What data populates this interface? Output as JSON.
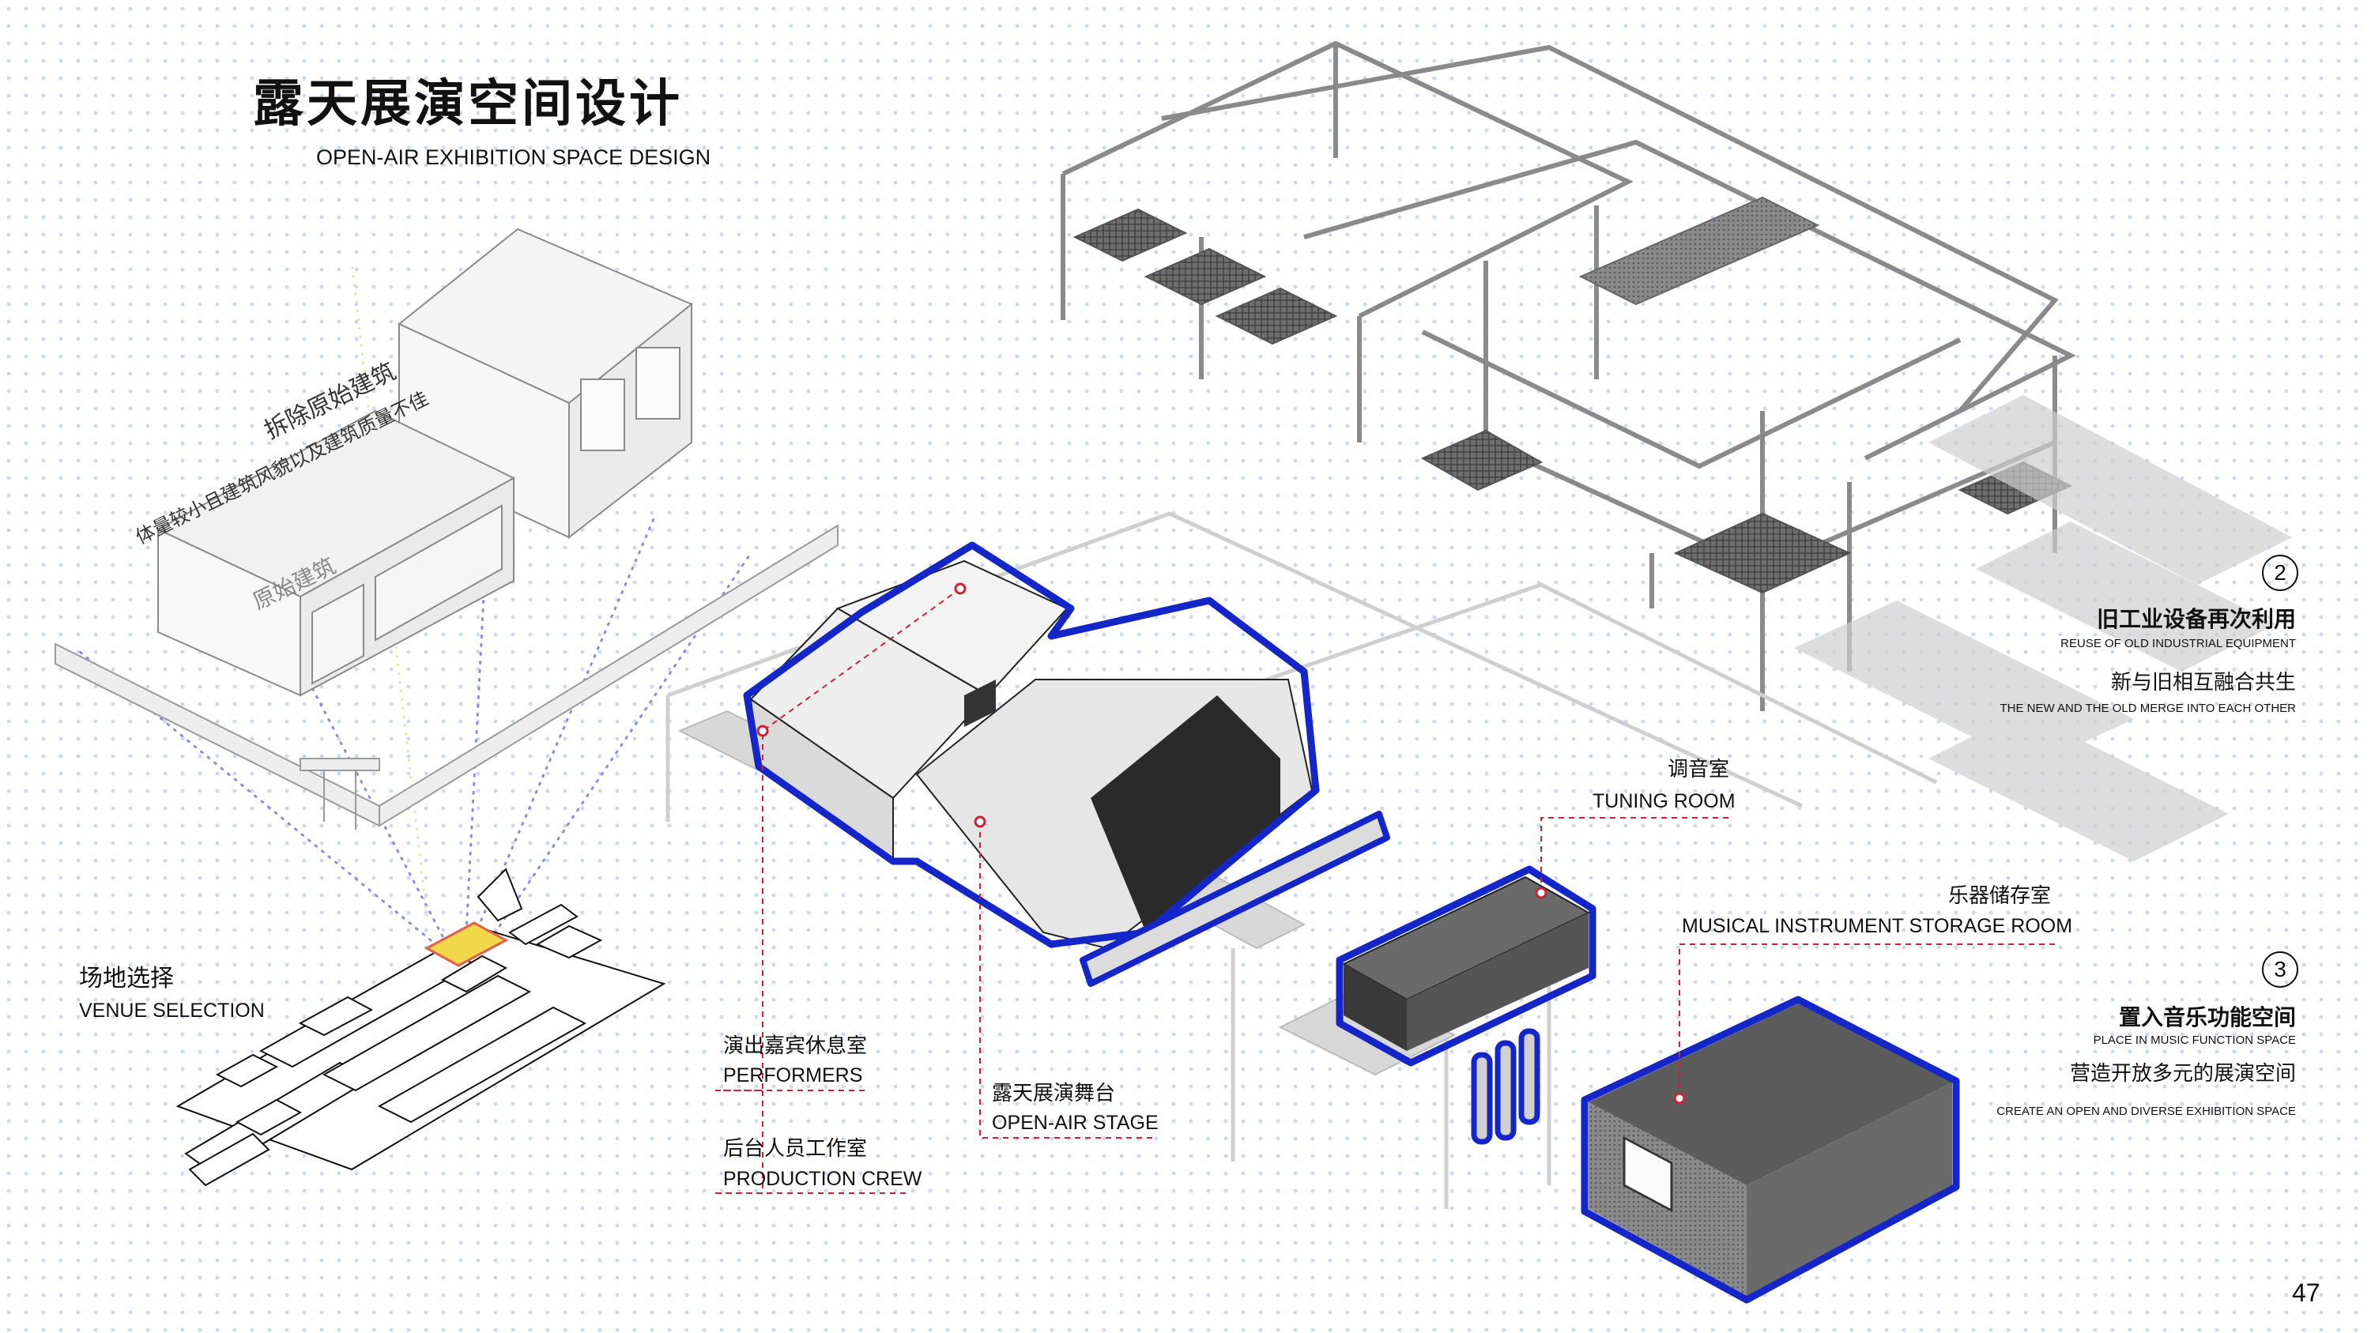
{
  "page": {
    "title_cn": "露天展演空间设计",
    "title_en": "OPEN-AIR EXHIBITION SPACE DESIGN",
    "page_number": "47"
  },
  "left": {
    "demolish_title": "拆除原始建筑",
    "demolish_note": "体量较小且建筑风貌以及建筑质量不佳",
    "original_building": "原始建筑",
    "venue_cn": "场地选择",
    "venue_en": "VENUE SELECTION"
  },
  "labels": {
    "performers_cn": "演出嘉宾休息室",
    "performers_en": "PERFORMERS",
    "crew_cn": "后台人员工作室",
    "crew_en": "PRODUCTION CREW",
    "stage_cn": "露天展演舞台",
    "stage_en": "OPEN-AIR STAGE",
    "tuning_cn": "调音室",
    "tuning_en": "TUNING ROOM",
    "storage_cn": "乐器储存室",
    "storage_en": "MUSICAL INSTRUMENT STORAGE ROOM"
  },
  "right": {
    "s2_num": "2",
    "s2_cn": "旧工业设备再次利用",
    "s2_en": "REUSE OF OLD INDUSTRIAL EQUIPMENT",
    "s2b_cn": "新与旧相互融合共生",
    "s2b_en": "THE NEW AND THE OLD MERGE INTO EACH OTHER",
    "s3_num": "3",
    "s3_cn": "置入音乐功能空间",
    "s3_en": "PLACE IN MUSIC FUNCTION SPACE",
    "s3b_cn": "营造开放多元的展演空间",
    "s3b_en": "CREATE AN OPEN AND DIVERSE EXHIBITION SPACE"
  },
  "colors": {
    "highlight_blue": "#1426c8",
    "leader_red": "#cc2233",
    "site_yellow": "#f0d84a",
    "dot_blue": "#7aa0cd"
  }
}
